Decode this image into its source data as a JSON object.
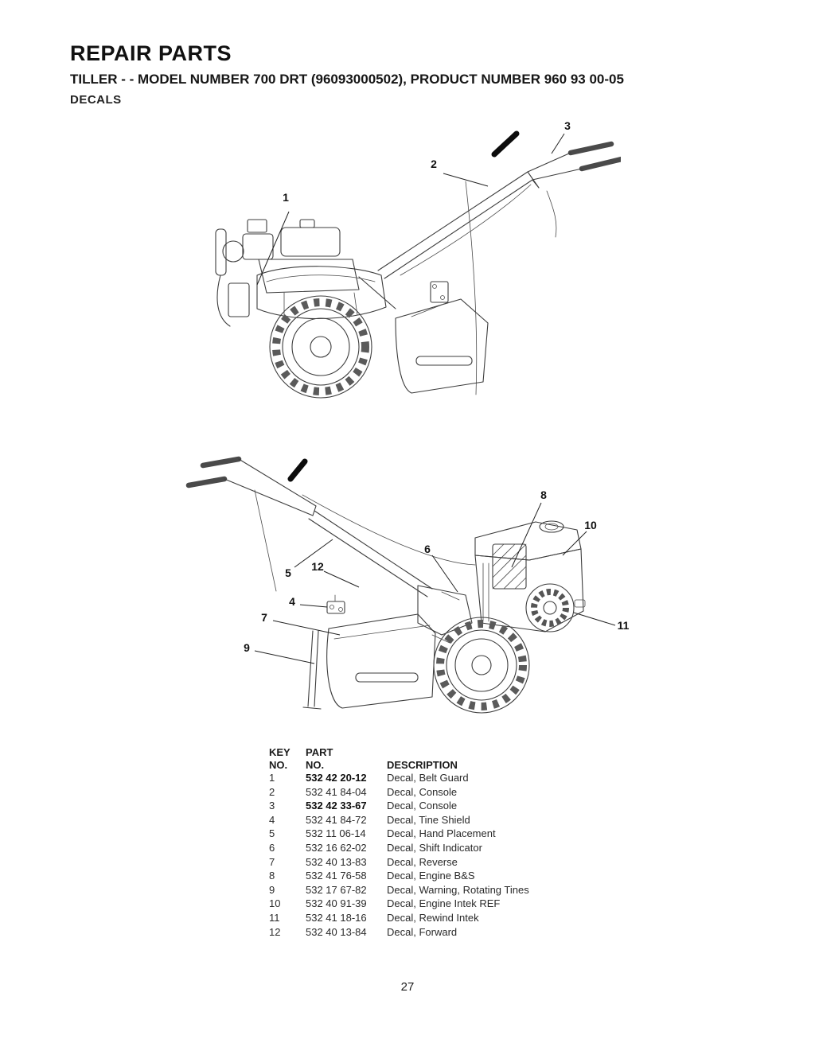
{
  "page": {
    "title": "REPAIR PARTS",
    "subtitle": "TILLER - - MODEL NUMBER 700 DRT (96093000502), PRODUCT NUMBER 960 93 00-05",
    "section": "DECALS",
    "page_number": "27"
  },
  "diagrams": {
    "top": {
      "callouts": [
        "1",
        "2",
        "3"
      ]
    },
    "bottom": {
      "callouts": [
        "4",
        "5",
        "6",
        "7",
        "8",
        "9",
        "10",
        "11",
        "12"
      ]
    }
  },
  "parts_table": {
    "headers": {
      "key_line1": "KEY",
      "key_line2": "NO.",
      "part_line1": "PART",
      "part_line2": "NO.",
      "description": "DESCRIPTION"
    },
    "rows": [
      {
        "key": "1",
        "part": "532 42 20-12",
        "description": "Decal, Belt Guard",
        "bold_part": true
      },
      {
        "key": "2",
        "part": "532 41 84-04",
        "description": "Decal, Console",
        "bold_part": false
      },
      {
        "key": "3",
        "part": "532 42 33-67",
        "description": "Decal, Console",
        "bold_part": true
      },
      {
        "key": "4",
        "part": "532 41 84-72",
        "description": "Decal, Tine Shield",
        "bold_part": false
      },
      {
        "key": "5",
        "part": "532 11 06-14",
        "description": "Decal, Hand Placement",
        "bold_part": false
      },
      {
        "key": "6",
        "part": "532 16 62-02",
        "description": "Decal, Shift Indicator",
        "bold_part": false
      },
      {
        "key": "7",
        "part": "532 40 13-83",
        "description": "Decal, Reverse",
        "bold_part": false
      },
      {
        "key": "8",
        "part": "532 41 76-58",
        "description": "Decal, Engine B&S",
        "bold_part": false
      },
      {
        "key": "9",
        "part": "532 17 67-82",
        "description": "Decal, Warning, Rotating Tines",
        "bold_part": false
      },
      {
        "key": "10",
        "part": "532 40 91-39",
        "description": "Decal, Engine Intek REF",
        "bold_part": false
      },
      {
        "key": "11",
        "part": "532 41 18-16",
        "description": "Decal, Rewind Intek",
        "bold_part": false
      },
      {
        "key": "12",
        "part": "532 40 13-84",
        "description": "Decal, Forward",
        "bold_part": false
      }
    ]
  }
}
